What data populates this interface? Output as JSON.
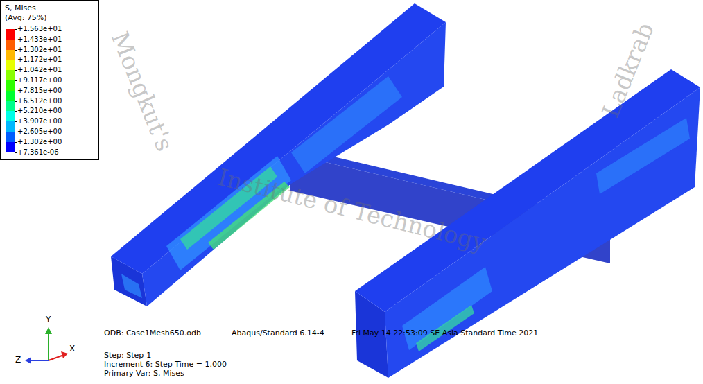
{
  "diagram": {
    "labels": [
      "S, Mises",
      "(Avg: 75%)",
      "ODB: Case1Mesh650.odb",
      "Abaqus/Standard 6.14-4",
      "Fri May 14 22:53:09 SE Asia Standard Time 2021",
      "Step: Step-1",
      "Increment 6: Step Time = 1.000",
      "Primary Var: S, Mises",
      "Y",
      "Z",
      "X",
      "Mongkut's",
      "Institute of Technology",
      "Ladkrab"
    ],
    "legend": [
      {
        "text": "+1.563e+01",
        "color": "#ff0000"
      },
      {
        "text": "+1.433e+01",
        "color": "#ff5d00"
      },
      {
        "text": "+1.302e+01",
        "color": "#ffb900"
      },
      {
        "text": "+1.172e+01",
        "color": "#e8ff00"
      },
      {
        "text": "+1.042e+01",
        "color": "#8bff00"
      },
      {
        "text": "+9.117e+00",
        "color": "#2eff00"
      },
      {
        "text": "+7.815e+00",
        "color": "#00ff2e"
      },
      {
        "text": "+6.512e+00",
        "color": "#00ff8b"
      },
      {
        "text": "+5.210e+00",
        "color": "#00ffe8"
      },
      {
        "text": "+3.907e+00",
        "color": "#00b9ff"
      },
      {
        "text": "+2.605e+00",
        "color": "#005dff"
      },
      {
        "text": "+1.302e+00",
        "color": "#0000ff"
      },
      {
        "text": "+7.361e-06"
      }
    ]
  }
}
